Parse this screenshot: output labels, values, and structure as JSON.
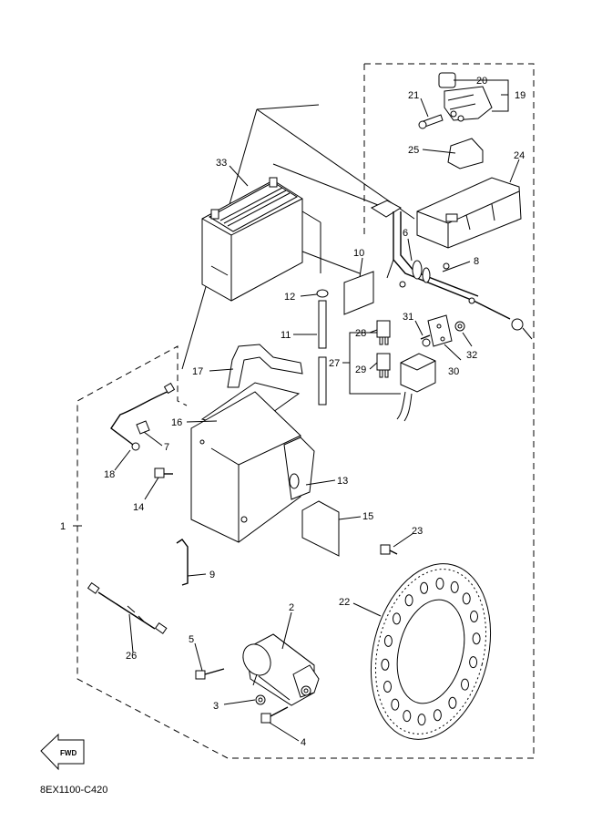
{
  "diagram_code": "8EX1100-C420",
  "fwd_label": "FWD",
  "callouts": [
    {
      "id": "c1",
      "text": "1"
    },
    {
      "id": "c2",
      "text": "2"
    },
    {
      "id": "c3",
      "text": "3"
    },
    {
      "id": "c4",
      "text": "4"
    },
    {
      "id": "c5",
      "text": "5"
    },
    {
      "id": "c6",
      "text": "6"
    },
    {
      "id": "c7",
      "text": "7"
    },
    {
      "id": "c8",
      "text": "8"
    },
    {
      "id": "c9",
      "text": "9"
    },
    {
      "id": "c10",
      "text": "10"
    },
    {
      "id": "c11",
      "text": "11"
    },
    {
      "id": "c12",
      "text": "12"
    },
    {
      "id": "c13",
      "text": "13"
    },
    {
      "id": "c14",
      "text": "14"
    },
    {
      "id": "c15",
      "text": "15"
    },
    {
      "id": "c16",
      "text": "16"
    },
    {
      "id": "c17",
      "text": "17"
    },
    {
      "id": "c18",
      "text": "18"
    },
    {
      "id": "c19",
      "text": "19"
    },
    {
      "id": "c20",
      "text": "20"
    },
    {
      "id": "c21",
      "text": "21"
    },
    {
      "id": "c22",
      "text": "22"
    },
    {
      "id": "c23",
      "text": "23"
    },
    {
      "id": "c24",
      "text": "24"
    },
    {
      "id": "c25",
      "text": "25"
    },
    {
      "id": "c26",
      "text": "26"
    },
    {
      "id": "c27",
      "text": "27"
    },
    {
      "id": "c28",
      "text": "28"
    },
    {
      "id": "c29",
      "text": "29"
    },
    {
      "id": "c30",
      "text": "30"
    },
    {
      "id": "c31",
      "text": "31"
    },
    {
      "id": "c32",
      "text": "32"
    },
    {
      "id": "c33",
      "text": "33"
    }
  ]
}
